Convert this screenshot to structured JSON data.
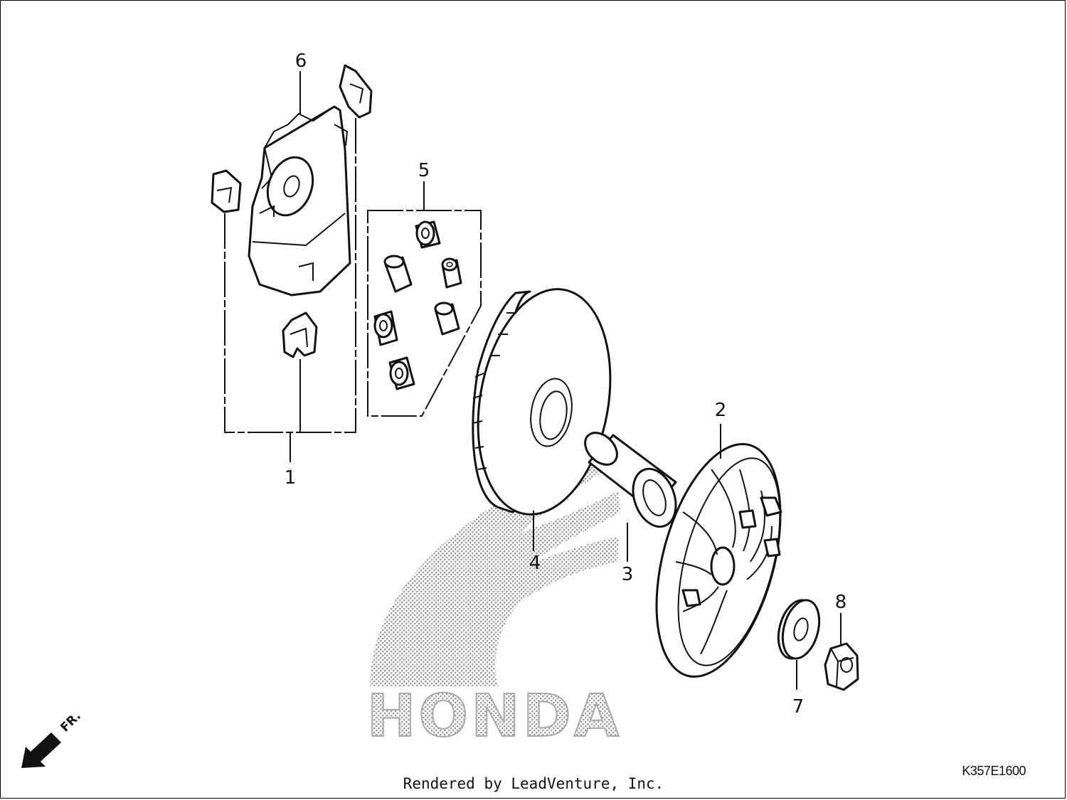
{
  "diagram": {
    "callouts": [
      {
        "id": "1",
        "label": "1"
      },
      {
        "id": "2",
        "label": "2"
      },
      {
        "id": "3",
        "label": "3"
      },
      {
        "id": "4",
        "label": "4"
      },
      {
        "id": "5",
        "label": "5"
      },
      {
        "id": "6",
        "label": "6"
      },
      {
        "id": "7",
        "label": "7"
      },
      {
        "id": "8",
        "label": "8"
      }
    ],
    "direction_marker": "FR.",
    "watermark": "HONDA",
    "drawing_code": "K357E1600",
    "footer": "Rendered by LeadVenture, Inc."
  }
}
